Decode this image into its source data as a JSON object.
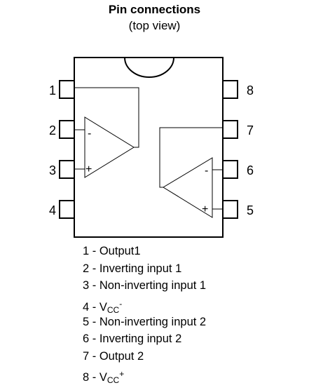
{
  "title": "Pin connections",
  "subtitle": "(top view)",
  "pins": {
    "left": [
      "1",
      "2",
      "3",
      "4"
    ],
    "right": [
      "8",
      "7",
      "6",
      "5"
    ]
  },
  "amp1": {
    "minus": "-",
    "plus": "+"
  },
  "amp2": {
    "minus": "-",
    "plus": "+"
  },
  "legend": [
    {
      "prefix": "1 - ",
      "text": "Output1"
    },
    {
      "prefix": "2 - ",
      "text": "Inverting input 1"
    },
    {
      "prefix": "3 - ",
      "text": "Non-inverting input 1"
    },
    {
      "prefix": "4 - ",
      "base": "V",
      "sub": "CC",
      "sup": "-"
    },
    {
      "prefix": "5 - ",
      "text": "Non-inverting input 2"
    },
    {
      "prefix": "6 - ",
      "text": "Inverting input 2"
    },
    {
      "prefix": "7 - ",
      "text": "Output 2"
    },
    {
      "prefix": "8 - ",
      "base": "V",
      "sub": "CC",
      "sup": "+"
    }
  ]
}
